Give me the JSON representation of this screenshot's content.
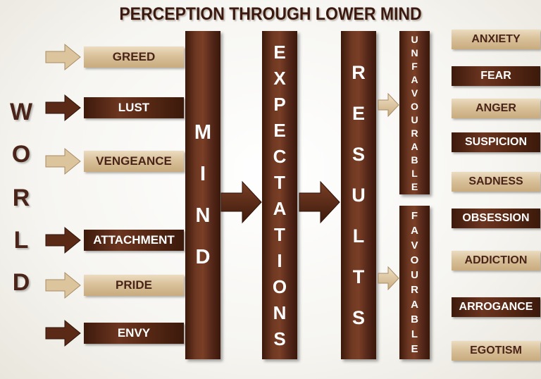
{
  "title": "PERCEPTION THROUGH LOWER MIND",
  "world": [
    "W",
    "O",
    "R",
    "L",
    "D"
  ],
  "inputs": [
    "GREED",
    "LUST",
    "VENGEANCE",
    "ATTACHMENT",
    "PRIDE",
    "ENVY"
  ],
  "columns": {
    "mind": "MIND",
    "expectations": "EXPECTATIONS",
    "results": "RESULTS",
    "unfavourable": "UNFAVOURABLE",
    "favourable": "FAVOURABLE"
  },
  "outcomes": [
    "ANXIETY",
    "FEAR",
    "ANGER",
    "SUSPICION",
    "SADNESS",
    "OBSESSION",
    "ADDICTION",
    "ARROGANCE",
    "EGOTISM"
  ],
  "colors": {
    "dark_brown": "#5a2a16",
    "light_tan": "#d9c19a",
    "title": "#3a1a10"
  }
}
